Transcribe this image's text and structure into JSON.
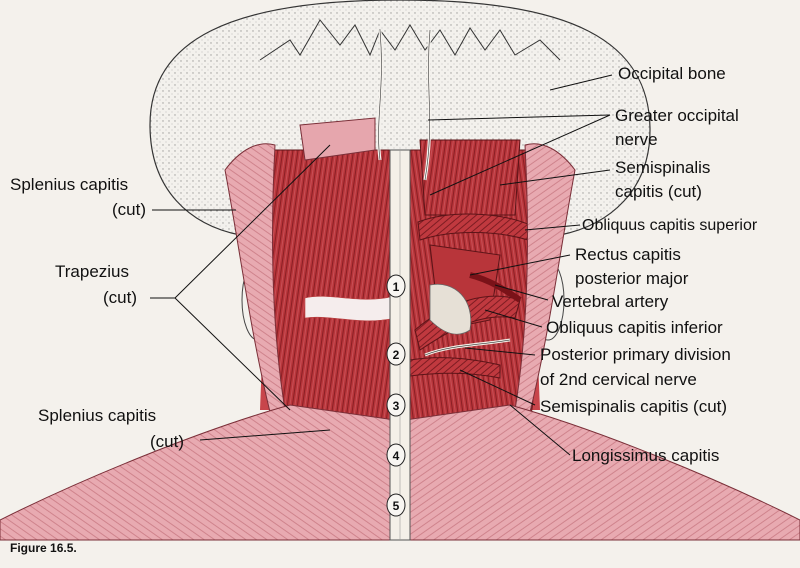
{
  "labels": {
    "occipital_bone": "Occipital bone",
    "greater_occipital_1": "Greater occipital",
    "greater_occipital_2": "nerve",
    "semispinalis_1": "Semispinalis",
    "semispinalis_2": "capitis (cut)",
    "obliquus_superior": "Obliquus capitis superior",
    "rectus_1": "Rectus capitis",
    "rectus_2": "posterior major",
    "vertebral_artery": "Vertebral artery",
    "obliquus_inferior": "Obliquus capitis inferior",
    "posterior_primary_1": "Posterior primary division",
    "posterior_primary_2": "of 2nd cervical nerve",
    "semispinalis_cut": "Semispinalis capitis (cut)",
    "longissimus": "Longissimus capitis",
    "splenius_top_1": "Splenius capitis",
    "splenius_top_2": "(cut)",
    "trapezius_1": "Trapezius",
    "trapezius_2": "(cut)",
    "splenius_bottom_1": "Splenius capitis",
    "splenius_bottom_2": "(cut)"
  },
  "vertebrae": [
    "1",
    "2",
    "3",
    "4",
    "5"
  ],
  "caption": {
    "figure": "Figure",
    "number": "16.5."
  },
  "colors": {
    "muscle": "#b8353a",
    "muscle_dark": "#7d1c22",
    "skin": "#e6a6ad",
    "bone": "#efece6",
    "line": "#111111",
    "highlight": "#d11a1a"
  }
}
